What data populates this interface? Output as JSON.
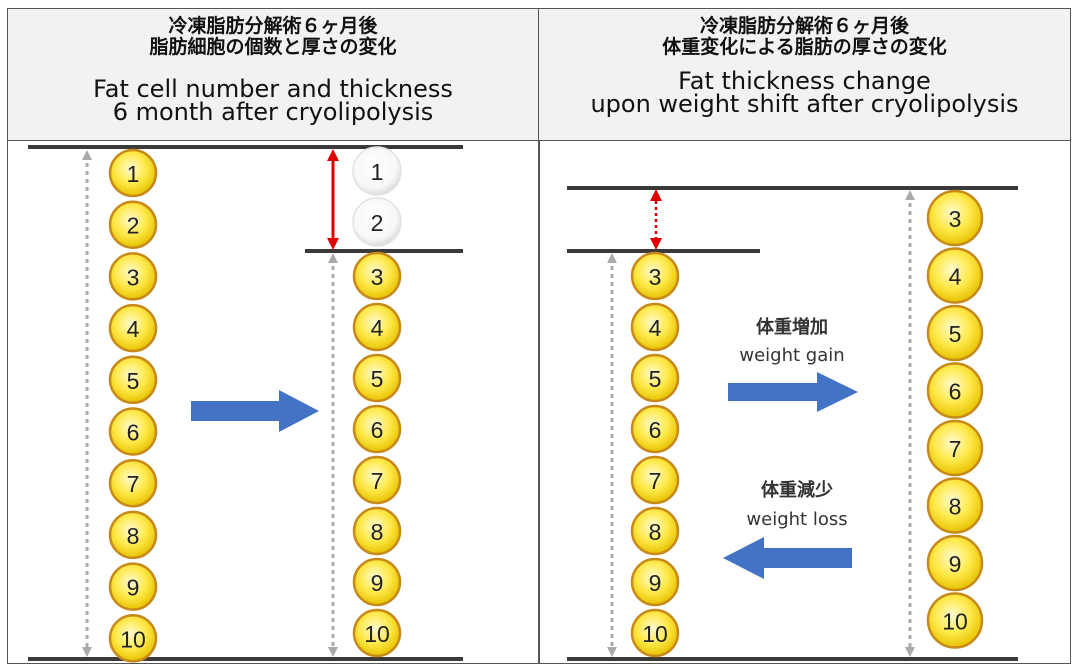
{
  "left_panel": {
    "title_jp_line1": "冷凍脂肪分解術６ヶ月後",
    "title_jp_line2": "脂肪細胞の個数と厚さの変化",
    "title_en_line1": "Fat cell number and thickness",
    "title_en_line2": "6 month after cryolipolysis",
    "before_cells": [
      "1",
      "2",
      "3",
      "4",
      "5",
      "6",
      "7",
      "8",
      "9",
      "10"
    ],
    "after_removed_cells": [
      "1",
      "2"
    ],
    "after_cells": [
      "3",
      "4",
      "5",
      "6",
      "7",
      "8",
      "9",
      "10"
    ]
  },
  "right_panel": {
    "title_jp_line1": "冷凍脂肪分解術６ヶ月後",
    "title_jp_line2": "体重変化による脂肪の厚さの変化",
    "title_en_line1": "Fat thickness change",
    "title_en_line2": "upon weight shift after cryolipolysis",
    "thin_cells": [
      "3",
      "4",
      "5",
      "6",
      "7",
      "8",
      "9",
      "10"
    ],
    "thick_cells": [
      "3",
      "4",
      "5",
      "6",
      "7",
      "8",
      "9",
      "10"
    ],
    "gain_jp": "体重増加",
    "gain_en": "weight gain",
    "loss_jp": "体重減少",
    "loss_en": "weight loss"
  },
  "colors": {
    "cell_fill_center": "#fff7a0",
    "cell_fill_edge": "#e8c800",
    "cell_border": "#c78a1a",
    "removed_cell_fill": "#ffffff",
    "arrow_blue": "#4472c4",
    "arrow_red": "#e00000",
    "guide_gray": "#aaaaaa",
    "line_dark": "#3a3a3a"
  }
}
